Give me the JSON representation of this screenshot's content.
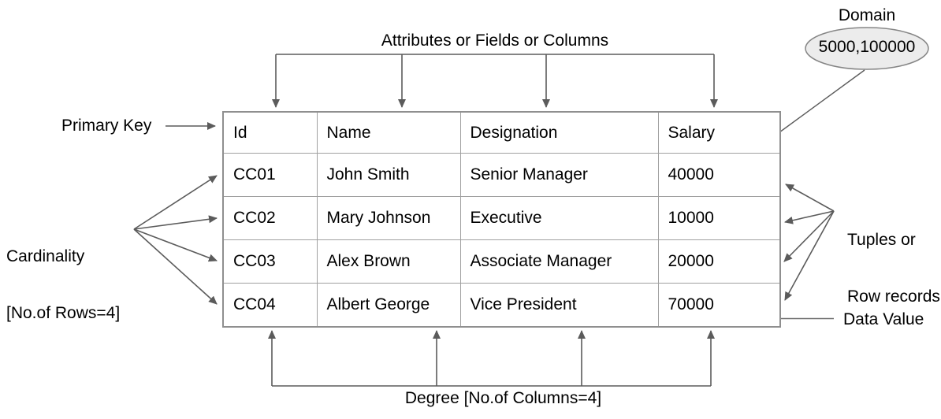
{
  "diagram": {
    "annotations": {
      "attributes_label": "Attributes or Fields or Columns",
      "primary_key_label": "Primary Key",
      "cardinality_line1": "Cardinality",
      "cardinality_line2": "[No.of Rows=4]",
      "tuples_line1": "Tuples or",
      "tuples_line2": "Row records",
      "data_value_label": "Data Value",
      "degree_label": "Degree [No.of Columns=4]",
      "domain_title": "Domain",
      "domain_value": "5000,100000"
    },
    "table": {
      "headers": [
        "Id",
        "Name",
        "Designation",
        "Salary"
      ],
      "rows": [
        [
          "CC01",
          "John Smith",
          "Senior Manager",
          "40000"
        ],
        [
          "CC02",
          "Mary Johnson",
          "Executive",
          "10000"
        ],
        [
          "CC03",
          "Alex Brown",
          "Associate Manager",
          "20000"
        ],
        [
          "CC04",
          "Albert George",
          "Vice President",
          "70000"
        ]
      ]
    },
    "colors": {
      "arrow": "#5b5b5b",
      "table_border": "#a0a0a0",
      "ellipse_fill": "#ececec",
      "ellipse_stroke": "#858585",
      "text": "#000000"
    }
  }
}
